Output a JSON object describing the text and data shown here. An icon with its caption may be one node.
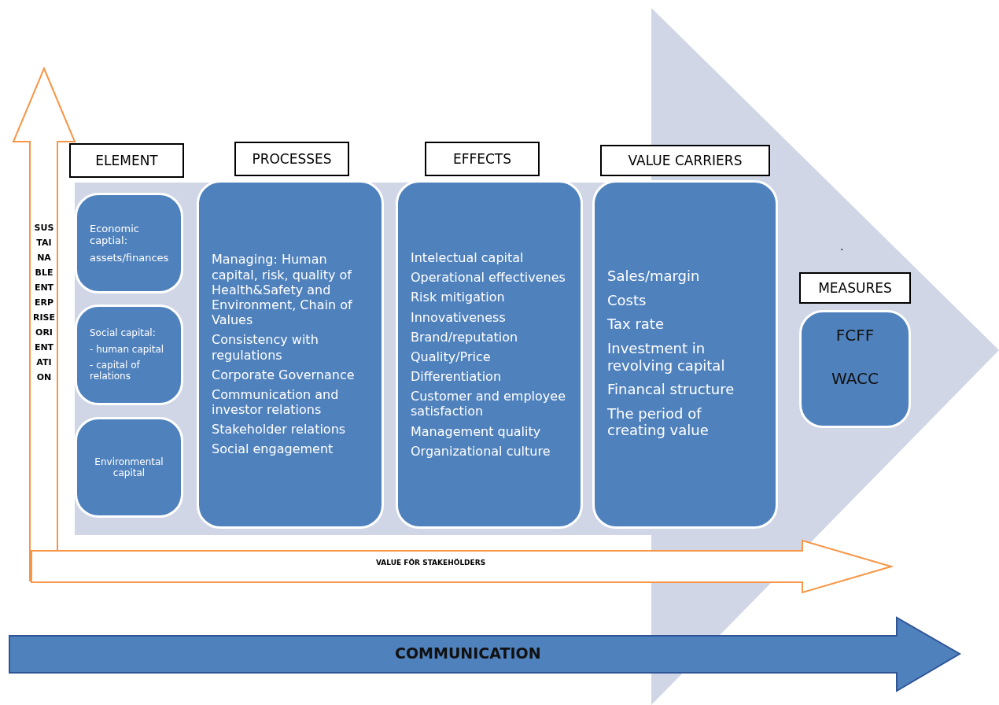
{
  "diagram": {
    "nodes": [
      {
        "text": [
          "SUS TAI NA BLE ENT ERP RISE ORI ENT ATI ON"
        ]
      },
      {
        "text": [
          "ELEMENT"
        ]
      },
      {
        "text": [
          "PROCESSES"
        ]
      },
      {
        "text": [
          "EFFECTS"
        ]
      },
      {
        "text": [
          "VALUE CARRIERS"
        ]
      },
      {
        "text": [
          "Economic captial:",
          "assets/finances"
        ]
      },
      {
        "text": [
          "Managing: Human capital, risk, quality of Health&Safety and Environment, Chain of Values",
          "Consistency with regulations",
          "Corporate Governance",
          "Communication and investor relations",
          "Stakeholder relations",
          "Social engagement"
        ]
      },
      {
        "text": [
          "Intelectual capital",
          "Operational effectivenes",
          "Risk mitigation",
          "Innovativeness",
          "Brand/reputation",
          "Quality/Price",
          "Differentiation",
          "Customer and employee satisfaction",
          "Management quality",
          "Organizational culture"
        ]
      },
      {
        "text": [
          "Sales/margin",
          "Costs",
          "Tax rate",
          "Investment in revolving capital",
          "Financal structure",
          "The period of creating value"
        ]
      },
      {
        "text": [
          "Social capital:",
          "- human capital",
          "- capital of relations"
        ]
      },
      {
        "text": [
          "Environmental capital"
        ]
      },
      {
        "text": [
          "MEASURES"
        ]
      },
      {
        "text": [
          "FCFF",
          "WACC"
        ]
      },
      {
        "text": [
          "VALUE FÖR STAKEHÖLDERS"
        ]
      },
      {
        "text": [
          "COMMUNICATION"
        ]
      }
    ],
    "edges": [],
    "labels": [
      "."
    ]
  }
}
